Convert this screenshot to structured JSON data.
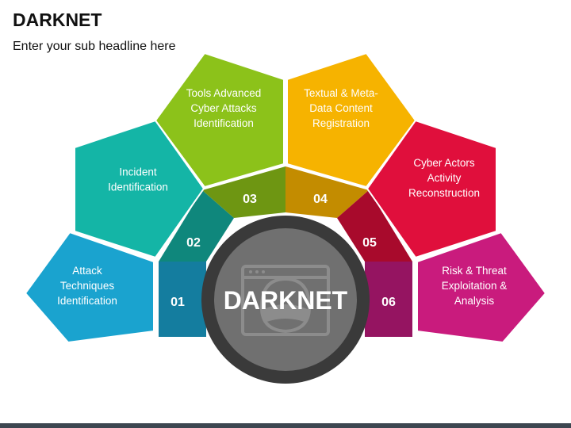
{
  "header": {
    "title": "DARKNET",
    "subtitle": "Enter your sub headline here"
  },
  "center": {
    "label": "DARKNET",
    "icon": "masked-hacker-browser-icon"
  },
  "steps": [
    {
      "number": "01",
      "lines": [
        "Attack",
        "Techniques",
        "Identification"
      ],
      "color": "#1aa3cf",
      "dark": "#147d9f"
    },
    {
      "number": "02",
      "lines": [
        "Incident",
        "Identification"
      ],
      "color": "#14b5a6",
      "dark": "#0f877c"
    },
    {
      "number": "03",
      "lines": [
        "Tools Advanced",
        "Cyber Attacks",
        "Identification"
      ],
      "color": "#8cc21a",
      "dark": "#6e9612"
    },
    {
      "number": "04",
      "lines": [
        "Textual & Meta-",
        "Data Content",
        "Registration"
      ],
      "color": "#f6b300",
      "dark": "#c38c00"
    },
    {
      "number": "05",
      "lines": [
        "Cyber Actors",
        "Activity",
        "Reconstruction"
      ],
      "color": "#e00f3c",
      "dark": "#a80a2c"
    },
    {
      "number": "06",
      "lines": [
        "Risk & Threat",
        "Exploitation &",
        "Analysis"
      ],
      "color": "#c91b7d",
      "dark": "#951461"
    }
  ]
}
